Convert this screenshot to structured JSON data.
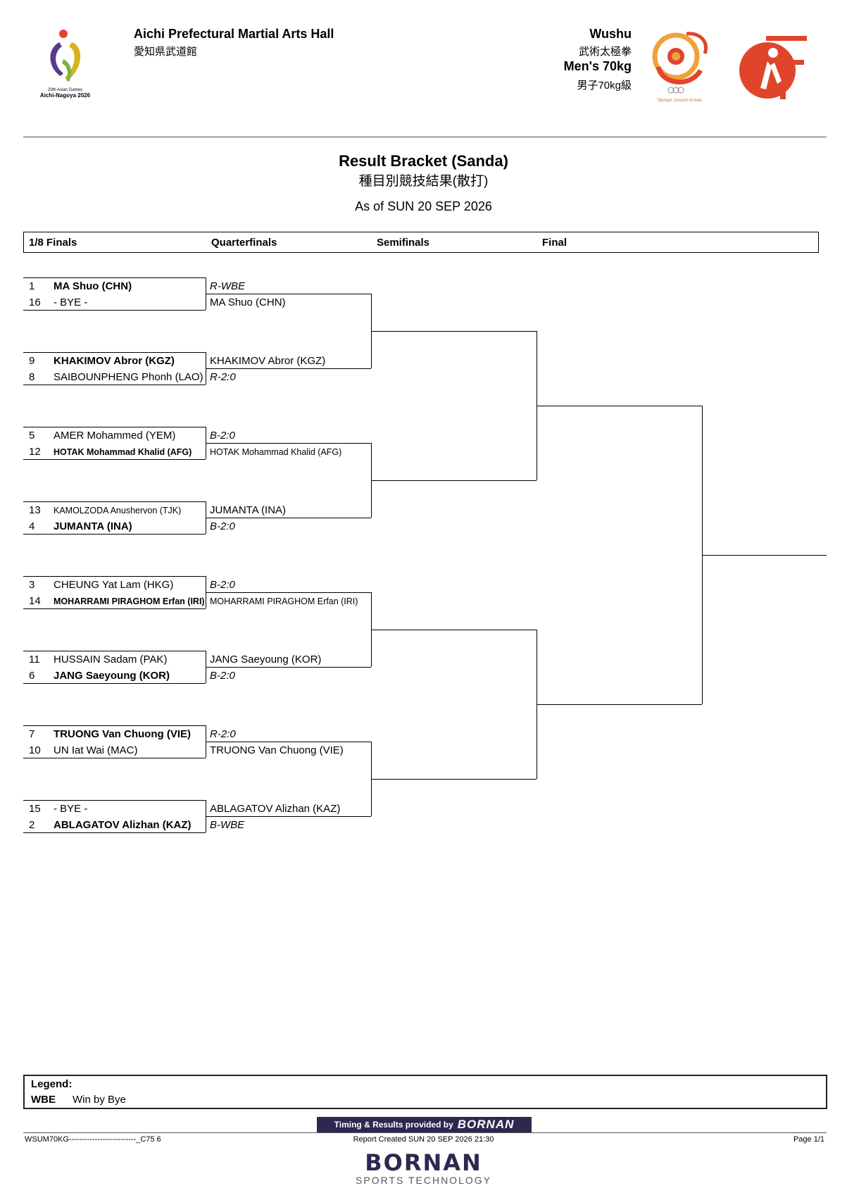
{
  "header": {
    "venue": "Aichi Prefectural Martial Arts Hall",
    "venue_jp": "愛知県武道館",
    "sport": "Wushu",
    "sport_jp": "武術太極拳",
    "event": "Men's 70kg",
    "event_jp": "男子70kg級",
    "games_logo_line1": "20th Asian Games",
    "games_logo_line2": "Aichi-Nagoya 2026",
    "oca_text": "Olympic Council of Asia"
  },
  "title": "Result Bracket (Sanda)",
  "title_jp": "種目別競技結果(散打)",
  "as_of": "As of SUN 20 SEP 2026",
  "rounds": [
    "1/8 Finals",
    "Quarterfinals",
    "Semifinals",
    "Final"
  ],
  "matches": [
    {
      "top": {
        "seed": "1",
        "name": "MA Shuo (CHN)"
      },
      "bottom": {
        "seed": "16",
        "name": "- BYE -"
      },
      "winner": "MA Shuo (CHN)",
      "result": "R-WBE",
      "winner_pos": "bottom",
      "top_bold": true,
      "bottom_bold": false
    },
    {
      "top": {
        "seed": "9",
        "name": "KHAKIMOV Abror (KGZ)"
      },
      "bottom": {
        "seed": "8",
        "name": "SAIBOUNPHENG Phonh (LAO)"
      },
      "winner": "KHAKIMOV Abror (KGZ)",
      "result": "R-2:0",
      "winner_pos": "top",
      "top_bold": true,
      "bottom_bold": false
    },
    {
      "top": {
        "seed": "5",
        "name": "AMER Mohammed (YEM)"
      },
      "bottom": {
        "seed": "12",
        "name": "HOTAK Mohammad Khalid (AFG)"
      },
      "winner": "HOTAK Mohammad Khalid (AFG)",
      "result": "B-2:0",
      "winner_pos": "bottom",
      "top_bold": false,
      "bottom_bold": true
    },
    {
      "top": {
        "seed": "13",
        "name": "KAMOLZODA Anushervon (TJK)"
      },
      "bottom": {
        "seed": "4",
        "name": "JUMANTA (INA)"
      },
      "winner": "JUMANTA (INA)",
      "result": "B-2:0",
      "winner_pos": "top",
      "top_bold": false,
      "bottom_bold": true
    },
    {
      "top": {
        "seed": "3",
        "name": "CHEUNG Yat Lam (HKG)"
      },
      "bottom": {
        "seed": "14",
        "name": "MOHARRAMI PIRAGHOM Erfan (IRI)"
      },
      "winner": "MOHARRAMI PIRAGHOM Erfan (IRI)",
      "result": "B-2:0",
      "winner_pos": "bottom",
      "top_bold": false,
      "bottom_bold": true
    },
    {
      "top": {
        "seed": "11",
        "name": "HUSSAIN Sadam (PAK)"
      },
      "bottom": {
        "seed": "6",
        "name": "JANG Saeyoung (KOR)"
      },
      "winner": "JANG Saeyoung (KOR)",
      "result": "B-2:0",
      "winner_pos": "top",
      "top_bold": false,
      "bottom_bold": true
    },
    {
      "top": {
        "seed": "7",
        "name": "TRUONG Van Chuong (VIE)"
      },
      "bottom": {
        "seed": "10",
        "name": "UN Iat Wai (MAC)"
      },
      "winner": "TRUONG Van Chuong (VIE)",
      "result": "R-2:0",
      "winner_pos": "bottom",
      "top_bold": true,
      "bottom_bold": false
    },
    {
      "top": {
        "seed": "15",
        "name": "- BYE -"
      },
      "bottom": {
        "seed": "2",
        "name": "ABLAGATOV Alizhan (KAZ)"
      },
      "winner": "ABLAGATOV Alizhan (KAZ)",
      "result": "B-WBE",
      "winner_pos": "top",
      "top_bold": false,
      "bottom_bold": true
    }
  ],
  "legend": {
    "title": "Legend:",
    "items": [
      {
        "code": "WBE",
        "description": "Win by Bye"
      }
    ]
  },
  "footer": {
    "banner_text": "Timing & Results provided by",
    "banner_brand": "BORNAN",
    "report_code": "WSUM70KG--------------------------_C75 6",
    "created": "Report Created SUN 20 SEP 2026 21:30",
    "page": "Page 1/1",
    "brand": "BORNAN",
    "brand_sub": "SPORTS TECHNOLOGY"
  },
  "colors": {
    "games_yellow": "#d9b21c",
    "games_purple": "#5b3a8c",
    "games_green": "#7bb342",
    "oca_red": "#e0452c",
    "oca_orange": "#f0a23a",
    "bornan_navy": "#2e2850"
  }
}
